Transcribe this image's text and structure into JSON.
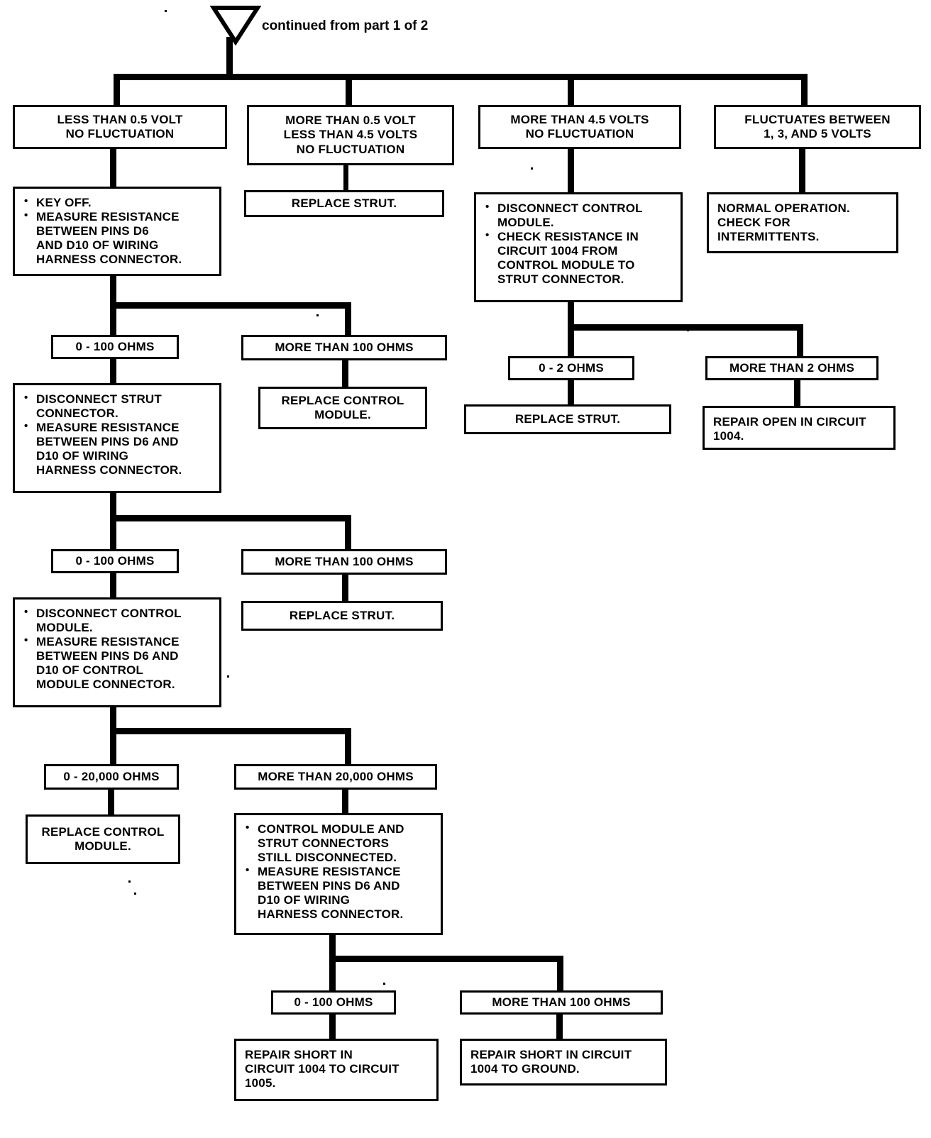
{
  "header": {
    "offpage_connector_icon": "inverted-triangle-offpage-connector",
    "continued_label": "continued from part 1 of 2"
  },
  "flowchart": {
    "type": "diagram",
    "branch1": {
      "condition": {
        "line1": "LESS THAN 0.5 VOLT",
        "line2": "NO FLUCTUATION"
      },
      "action": {
        "bullet1_line1": "KEY OFF.",
        "bullet2_line1": "MEASURE RESISTANCE",
        "bullet2_line2": "BETWEEN PINS D6",
        "bullet2_line3": "AND D10 OF WIRING",
        "bullet2_line4": "HARNESS CONNECTOR."
      },
      "result_low": {
        "label": "0 - 100 OHMS"
      },
      "result_high": {
        "label": "MORE THAN 100 OHMS"
      },
      "high_action": {
        "line1": "REPLACE CONTROL",
        "line2": "MODULE."
      },
      "low_action": {
        "bullet1_line1": "DISCONNECT STRUT",
        "bullet1_line2": "CONNECTOR.",
        "bullet2_line1": "MEASURE RESISTANCE",
        "bullet2_line2": "BETWEEN PINS D6 AND",
        "bullet2_line3": "D10 OF WIRING",
        "bullet2_line4": "HARNESS CONNECTOR."
      },
      "result2_low": {
        "label": "0 - 100 OHMS"
      },
      "result2_high": {
        "label": "MORE THAN 100 OHMS"
      },
      "high2_action": {
        "line1": "REPLACE STRUT."
      },
      "low2_action": {
        "bullet1_line1": "DISCONNECT CONTROL",
        "bullet1_line2": "MODULE.",
        "bullet2_line1": "MEASURE RESISTANCE",
        "bullet2_line2": "BETWEEN PINS D6 AND",
        "bullet2_line3": "D10 OF CONTROL",
        "bullet2_line4": "MODULE CONNECTOR."
      },
      "result3_low": {
        "label": "0 - 20,000 OHMS"
      },
      "result3_high": {
        "label": "MORE THAN 20,000 OHMS"
      },
      "low3_action": {
        "line1": "REPLACE CONTROL",
        "line2": "MODULE."
      },
      "high3_action": {
        "bullet1_line1": "CONTROL MODULE AND",
        "bullet1_line2": "STRUT CONNECTORS",
        "bullet1_line3": "STILL DISCONNECTED.",
        "bullet2_line1": "MEASURE RESISTANCE",
        "bullet2_line2": "BETWEEN PINS D6 AND",
        "bullet2_line3": "D10 OF WIRING",
        "bullet2_line4": "HARNESS CONNECTOR."
      },
      "result4_low": {
        "label": "0 - 100 OHMS"
      },
      "result4_high": {
        "label": "MORE THAN 100 OHMS"
      },
      "low4_action": {
        "line1": "REPAIR SHORT IN",
        "line2": "CIRCUIT 1004 TO CIRCUIT",
        "line3": "1005."
      },
      "high4_action": {
        "line1": "REPAIR SHORT IN CIRCUIT",
        "line2": "1004 TO GROUND."
      }
    },
    "branch2": {
      "condition": {
        "line1": "MORE THAN 0.5 VOLT",
        "line2": "LESS THAN 4.5 VOLTS",
        "line3": "NO FLUCTUATION"
      },
      "action": {
        "line1": "REPLACE STRUT."
      }
    },
    "branch3": {
      "condition": {
        "line1": "MORE THAN 4.5 VOLTS",
        "line2": "NO FLUCTUATION"
      },
      "action": {
        "bullet1_line1": "DISCONNECT CONTROL",
        "bullet1_line2": "MODULE.",
        "bullet2_line1": "CHECK RESISTANCE IN",
        "bullet2_line2": "CIRCUIT 1004 FROM",
        "bullet2_line3": "CONTROL MODULE TO",
        "bullet2_line4": "STRUT CONNECTOR."
      },
      "result_low": {
        "label": "0 - 2 OHMS"
      },
      "result_high": {
        "label": "MORE THAN 2 OHMS"
      },
      "low_action": {
        "line1": "REPLACE STRUT."
      },
      "high_action": {
        "line1": "REPAIR OPEN IN CIRCUIT",
        "line2": "1004."
      }
    },
    "branch4": {
      "condition": {
        "line1": "FLUCTUATES BETWEEN",
        "line2": "1, 3, AND 5 VOLTS"
      },
      "action": {
        "line1": "NORMAL OPERATION.",
        "line2": "CHECK FOR",
        "line3": "INTERMITTENTS."
      }
    }
  },
  "colors": {
    "ink": "#000000",
    "paper": "#ffffff"
  }
}
